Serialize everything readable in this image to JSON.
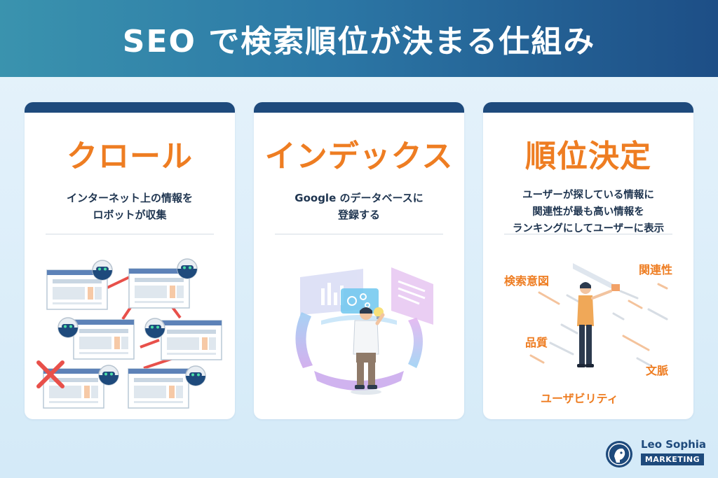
{
  "title": "SEO で検索順位が決まる仕組み",
  "cards": [
    {
      "heading": "クロール",
      "description": "インターネット上の情報を\nロボットが収集"
    },
    {
      "heading": "インデックス",
      "description": "Google のデータベースに\n登録する"
    },
    {
      "heading": "順位決定",
      "description": "ユーザーが探している情報に\n関連性が最も高い情報を\nランキングにしてユーザーに表示",
      "keywords": [
        "検索意図",
        "関連性",
        "品質",
        "文脈",
        "ユーザビリティ"
      ]
    }
  ],
  "logo": {
    "name": "Leo Sophia",
    "tagline": "MARKETING"
  },
  "colors": {
    "accent_orange": "#ee7d22",
    "navy": "#1e4a7c",
    "crawl_link_red": "#e8504a"
  }
}
